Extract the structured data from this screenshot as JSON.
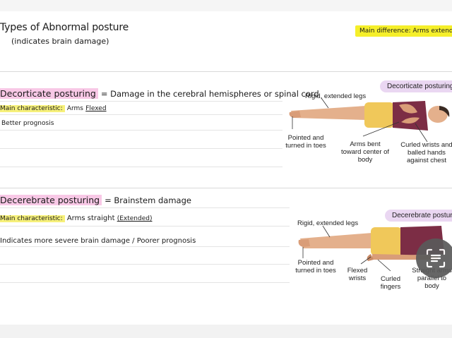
{
  "title": {
    "line1": "Types of Abnormal posture",
    "line2": "(indicates brain damage)"
  },
  "main_difference": "Main difference: Arms extended or",
  "decorticate": {
    "heading_term": "Decorticate posturing",
    "heading_rest": "= Damage in the cerebral hemispheres or spinal cord",
    "characteristic_label": "Main characteristic:",
    "characteristic_value": "Arms",
    "characteristic_value_underlined": "Flexed",
    "note": "Better prognosis",
    "figure": {
      "badge": "Decorticate posturing",
      "label_legs": "Rigid, extended legs",
      "label_toes": "Pointed and turned in toes",
      "label_arms": "Arms bent toward center of body",
      "label_wrists": "Curled wrists and balled hands against chest"
    }
  },
  "decerebrate": {
    "heading_term": "Decerebrate posturing",
    "heading_rest": "= Brainstem damage",
    "characteristic_label": "Main characteristic:",
    "characteristic_value": "Arms straight",
    "characteristic_value_paren": "(Extended)",
    "note": "Indicates more severe brain damage / Poorer prognosis",
    "figure": {
      "badge": "Decerebrate posturing",
      "label_legs": "Rigid, extended legs",
      "label_toes": "Pointed and turned in toes",
      "label_wrists": "Flexed wrists",
      "label_fingers": "Curled fingers",
      "label_arms": "Straight arms parallel to body"
    }
  },
  "icons": {
    "scan": "text-scan-icon"
  },
  "colors": {
    "pink_highlight": "#f8c8e6",
    "yellow_highlight": "#f6f07a",
    "badge": "#ead7f2"
  }
}
